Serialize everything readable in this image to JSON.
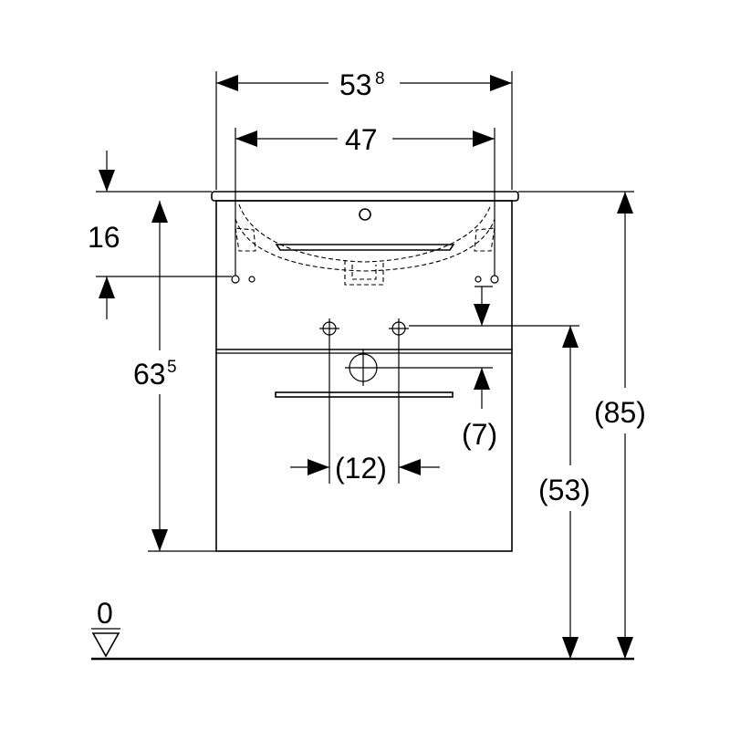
{
  "dimensions": {
    "overall_width": {
      "main": "53",
      "sup": "8"
    },
    "basin_width": "47",
    "top_gap": "16",
    "cabinet_height": {
      "main": "63",
      "sup": "5"
    },
    "total_height": "(85)",
    "mount_height": "(53)",
    "waste_offset": "(7)",
    "mount_spacing": "(12)",
    "floor_level": "0"
  }
}
